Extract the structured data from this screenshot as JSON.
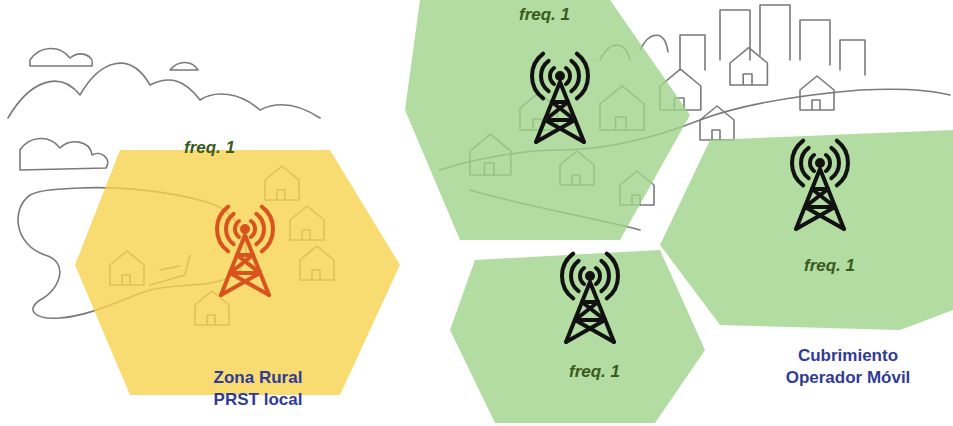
{
  "diagram": {
    "nodes": [
      {
        "text": [
          "freq. 1",
          "Zona Rural PRST local"
        ]
      },
      {
        "text": [
          "freq. 1"
        ]
      },
      {
        "text": [
          "freq. 1"
        ]
      },
      {
        "text": [
          "freq. 1"
        ]
      }
    ],
    "labels": [
      "Cubrimiento Operador Móvil"
    ]
  }
}
